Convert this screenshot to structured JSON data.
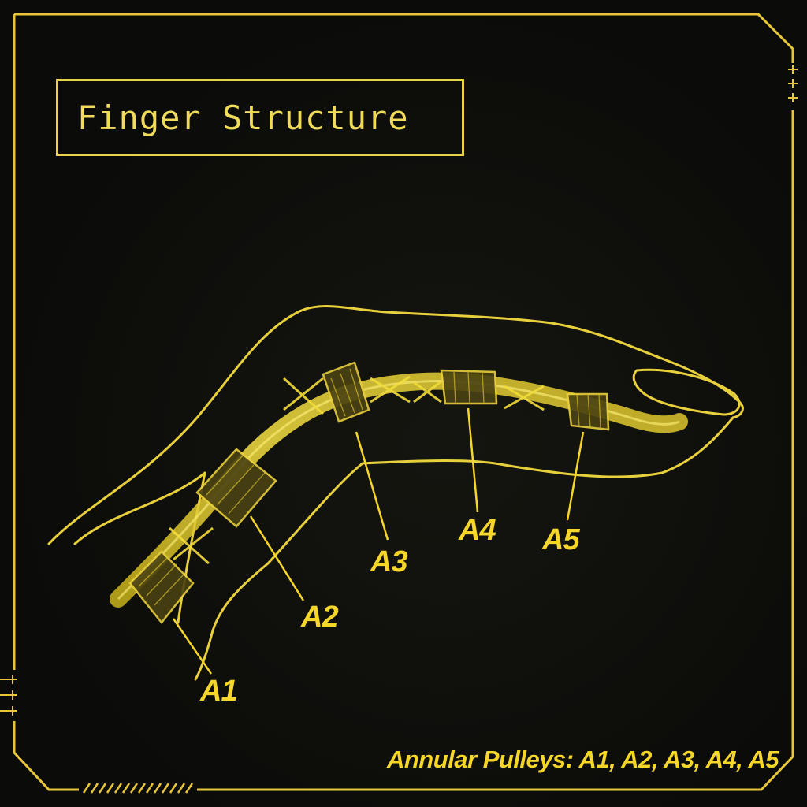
{
  "title": "Finger Structure",
  "pulleys": [
    {
      "label": "A1"
    },
    {
      "label": "A2"
    },
    {
      "label": "A3"
    },
    {
      "label": "A4"
    },
    {
      "label": "A5"
    }
  ],
  "caption": "Annular Pulleys: A1, A2, A3, A4, A5",
  "colors": {
    "background": "#0b0b09",
    "accent": "#f5d629",
    "outline": "#e8d24a"
  }
}
